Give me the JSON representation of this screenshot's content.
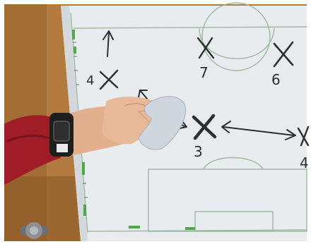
{
  "photo": {
    "players": [
      {
        "number": "4"
      },
      {
        "number": "7"
      },
      {
        "number": "6"
      },
      {
        "number": "3"
      },
      {
        "number": "4"
      }
    ],
    "colors": {
      "board": "#e8ecef",
      "board_shadow": "#d3d8dc",
      "field_lines": "#9fb79e",
      "green_tape": "#4fa84a",
      "marker": "#2a2f33",
      "wall": "#b27a3e",
      "wall_dark": "#8a5a28",
      "sleeve": "#a01d28",
      "skin": "#e2b08f",
      "watch": "#1e1e1e",
      "cloth": "#cfd6dd"
    }
  }
}
